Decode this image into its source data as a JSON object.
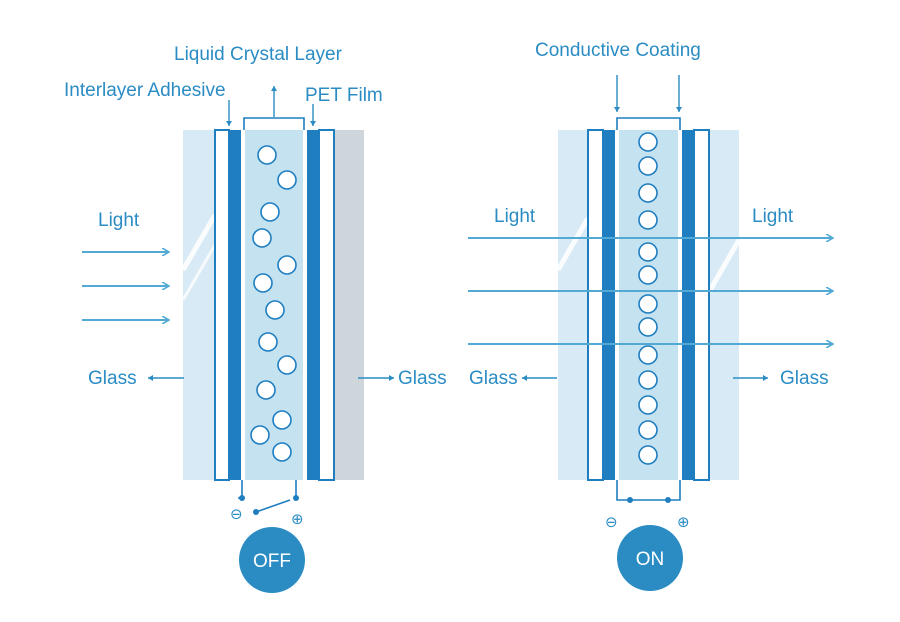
{
  "colors": {
    "accent": "#2b8cc4",
    "dark_blue": "#1f7ec0",
    "light_glass": "#d7eaf5",
    "lc_layer": "#c5e2f1",
    "arrow": "#52a9d4",
    "gray_glass": "#cfd6db",
    "white": "#ffffff"
  },
  "off_panel": {
    "label_liquid_crystal": "Liquid Crystal Layer",
    "label_interlayer": "Interlayer Adhesive",
    "label_pet": "PET Film",
    "label_light": "Light",
    "label_glass_left": "Glass",
    "label_glass_right": "Glass",
    "minus_sign": "⊖",
    "plus_sign": "⊕",
    "state_button": "OFF"
  },
  "on_panel": {
    "label_conductive": "Conductive Coating",
    "label_light_left": "Light",
    "label_light_right": "Light",
    "label_glass_left": "Glass",
    "label_glass_right": "Glass",
    "minus_sign": "⊖",
    "plus_sign": "⊕",
    "state_button": "ON"
  }
}
